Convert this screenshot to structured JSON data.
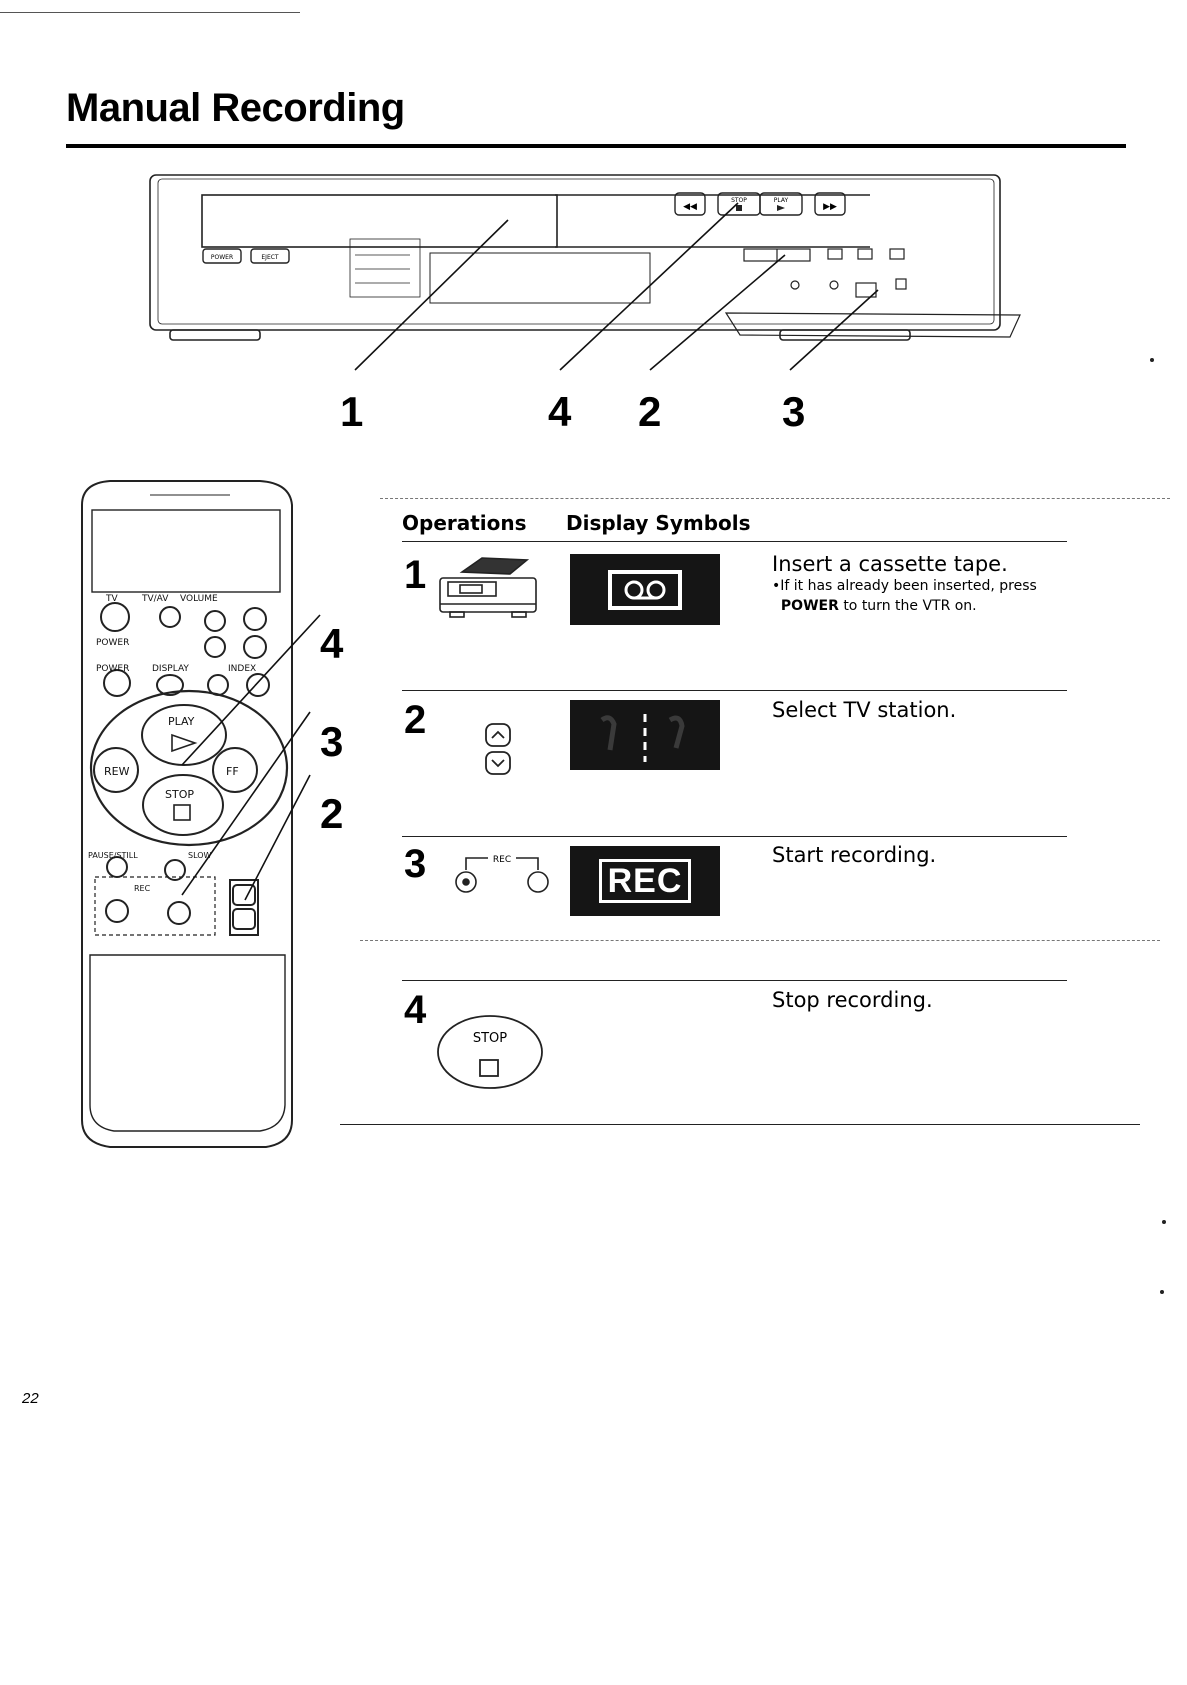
{
  "page": {
    "title": "Manual Recording",
    "page_number": "22"
  },
  "vcr_callouts": [
    "1",
    "4",
    "2",
    "3"
  ],
  "vcr_labels": {
    "power": "POWER",
    "eject": "EJECT",
    "stop": "STOP",
    "play": "PLAY"
  },
  "remote_callouts": [
    "4",
    "3",
    "2"
  ],
  "remote_labels": {
    "tv": "TV",
    "tv_av": "TV/AV",
    "volume": "VOLUME",
    "power_tv": "POWER",
    "power_vcr": "POWER",
    "display": "DISPLAY",
    "index": "INDEX",
    "play": "PLAY",
    "rew": "REW",
    "ff": "FF",
    "stop": "STOP",
    "pause_still": "PAUSE/STILL",
    "slow": "SLOW",
    "rec": "REC"
  },
  "table": {
    "headers": {
      "operations": "Operations",
      "display_symbols": "Display Symbols"
    },
    "steps": [
      {
        "number": "1",
        "description": "Insert a cassette tape.",
        "note_prefix": "•If it has already been inserted, press",
        "note_bold": "POWER",
        "note_suffix": "to turn the VTR on.",
        "display": "cassette-icon"
      },
      {
        "number": "2",
        "description": "Select TV station.",
        "display": "channel-digits"
      },
      {
        "number": "3",
        "description": "Start recording.",
        "button_label": "REC",
        "display_text": "REC"
      },
      {
        "number": "4",
        "description": "Stop recording.",
        "button_label": "STOP"
      }
    ]
  }
}
